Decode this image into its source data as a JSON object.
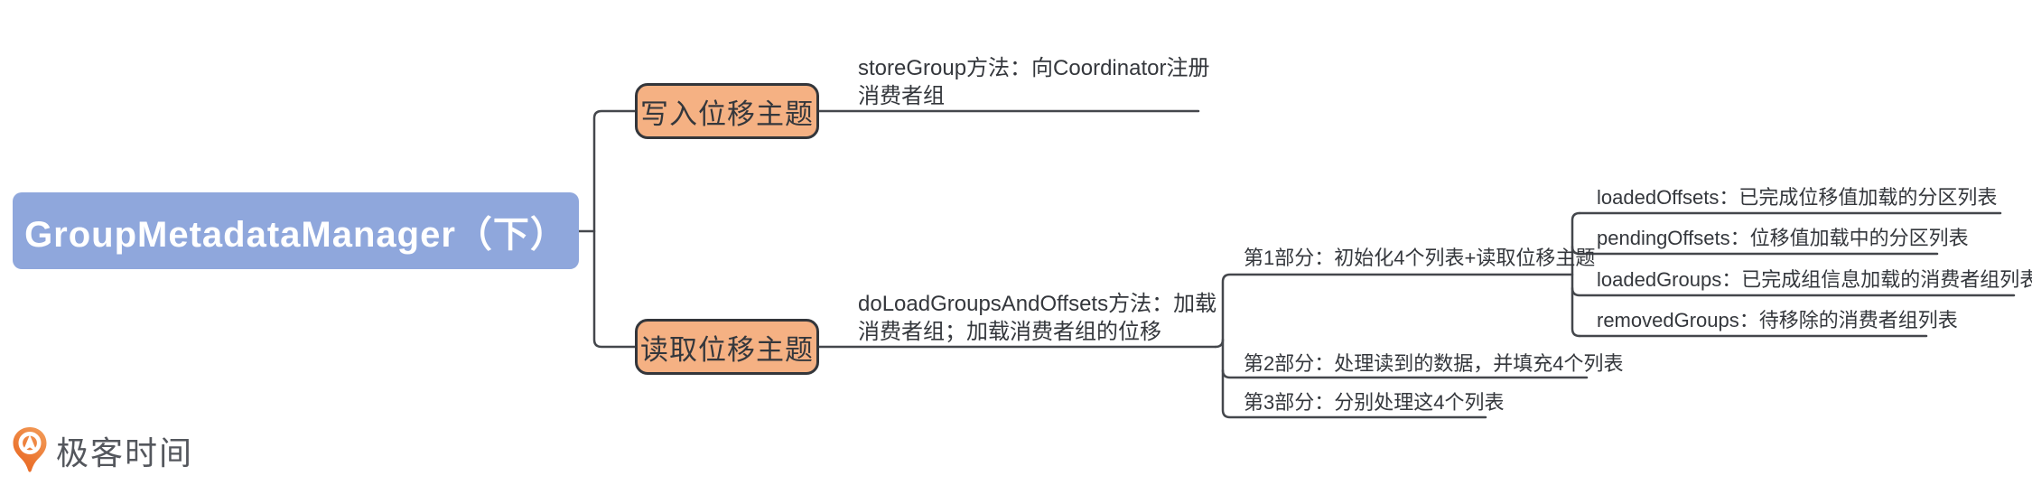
{
  "root": {
    "label": "GroupMetadataManager（下）"
  },
  "topics": {
    "write": {
      "label": "写入位移主题",
      "note": "storeGroup方法：向Coordinator注册\n消费者组"
    },
    "read": {
      "label": "读取位移主题",
      "note": "doLoadGroupsAndOffsets方法：加载\n消费者组；加载消费者组的位移"
    }
  },
  "parts": [
    {
      "label": "第1部分：初始化4个列表+读取位移主题"
    },
    {
      "label": "第2部分：处理读到的数据，并填充4个列表"
    },
    {
      "label": "第3部分：分别处理这4个列表"
    }
  ],
  "lists": [
    {
      "label": "loadedOffsets：已完成位移值加载的分区列表"
    },
    {
      "label": "pendingOffsets：位移值加载中的分区列表"
    },
    {
      "label": "loadedGroups：已完成组信息加载的消费者组列表"
    },
    {
      "label": "removedGroups：待移除的消费者组列表"
    }
  ],
  "logo": {
    "label": "极客时间"
  },
  "colors": {
    "root_fill": "#8FA7DC",
    "root_text": "#FFFFFF",
    "topic_fill": "#F5B183",
    "topic_border": "#33363B",
    "connector_line": "#44474C",
    "body_text": "#34373C",
    "logo_orange": "#ED7230",
    "logo_text": "#54575D"
  }
}
